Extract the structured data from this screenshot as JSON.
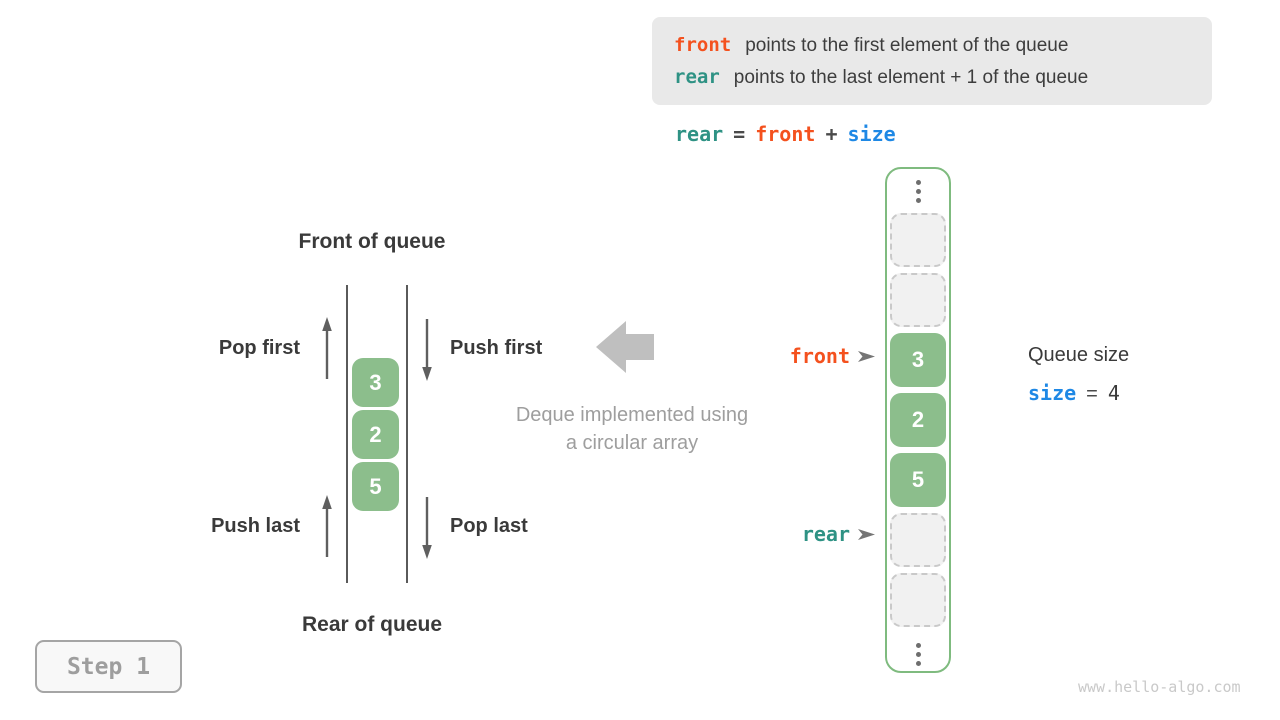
{
  "colors": {
    "front_orange": "#f4511e",
    "rear_teal": "#2e9284",
    "size_blue": "#1e88e5",
    "cell_green": "#8cbe8c",
    "array_border_green": "#7fbb7f",
    "info_box_gray": "#e9e9e9",
    "caption_gray": "#9e9e9e"
  },
  "info_box": {
    "line1": {
      "keyword": "front",
      "text": "points to the first element of the queue"
    },
    "line2": {
      "keyword": "rear",
      "text": "points to the last element + 1 of the queue"
    }
  },
  "formula": {
    "rear": "rear",
    "eq": "=",
    "front": "front",
    "plus": "+",
    "size": "size"
  },
  "left_diagram": {
    "front_label": "Front of queue",
    "rear_label": "Rear of queue",
    "values": [
      "3",
      "2",
      "5"
    ],
    "ops": {
      "pop_first": "Pop first",
      "push_first": "Push first",
      "push_last": "Push last",
      "pop_last": "Pop last"
    }
  },
  "center": {
    "caption_line1": "Deque implemented using",
    "caption_line2": "a circular array"
  },
  "array": {
    "cells": [
      {
        "type": "empty",
        "value": ""
      },
      {
        "type": "empty",
        "value": ""
      },
      {
        "type": "filled",
        "value": "3"
      },
      {
        "type": "filled",
        "value": "2"
      },
      {
        "type": "filled",
        "value": "5"
      },
      {
        "type": "empty",
        "value": ""
      },
      {
        "type": "empty",
        "value": ""
      }
    ],
    "pointers": {
      "front": "front",
      "rear": "rear"
    }
  },
  "size_panel": {
    "title": "Queue size",
    "keyword": "size",
    "eq": "=",
    "value": "4"
  },
  "step": {
    "label": "Step 1"
  },
  "watermark": "www.hello-algo.com"
}
